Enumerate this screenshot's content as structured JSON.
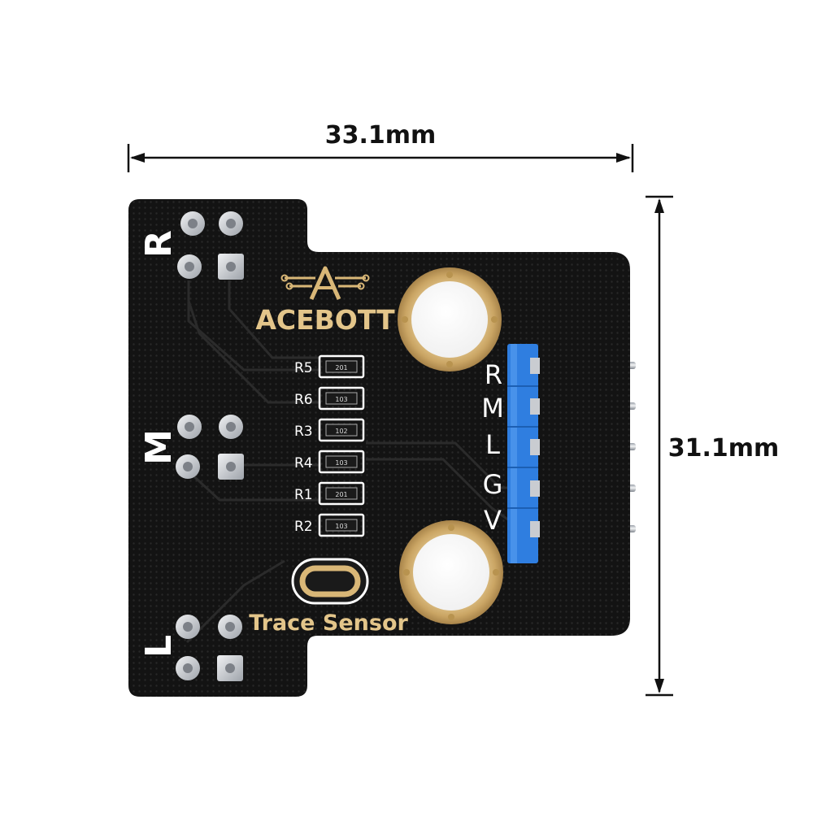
{
  "dimensions": {
    "width_label": "33.1mm",
    "height_label": "31.1mm"
  },
  "board": {
    "brand": "ACEBOTT",
    "product_name": "Trace Sensor",
    "sensor_labels": [
      "R",
      "M",
      "L"
    ],
    "pin_labels": [
      "R",
      "M",
      "L",
      "G",
      "V"
    ],
    "resistors": [
      {
        "designator": "R5",
        "code": "201"
      },
      {
        "designator": "R6",
        "code": "103"
      },
      {
        "designator": "R3",
        "code": "102"
      },
      {
        "designator": "R4",
        "code": "103"
      },
      {
        "designator": "R1",
        "code": "201"
      },
      {
        "designator": "R2",
        "code": "103"
      }
    ]
  },
  "colors": {
    "pcb": "#141414",
    "silkscreen": "#ffffff",
    "gold": "#d9b777",
    "header": "#2f7ee0",
    "pin": "#c9ccd1",
    "dimension_line": "#111111"
  }
}
